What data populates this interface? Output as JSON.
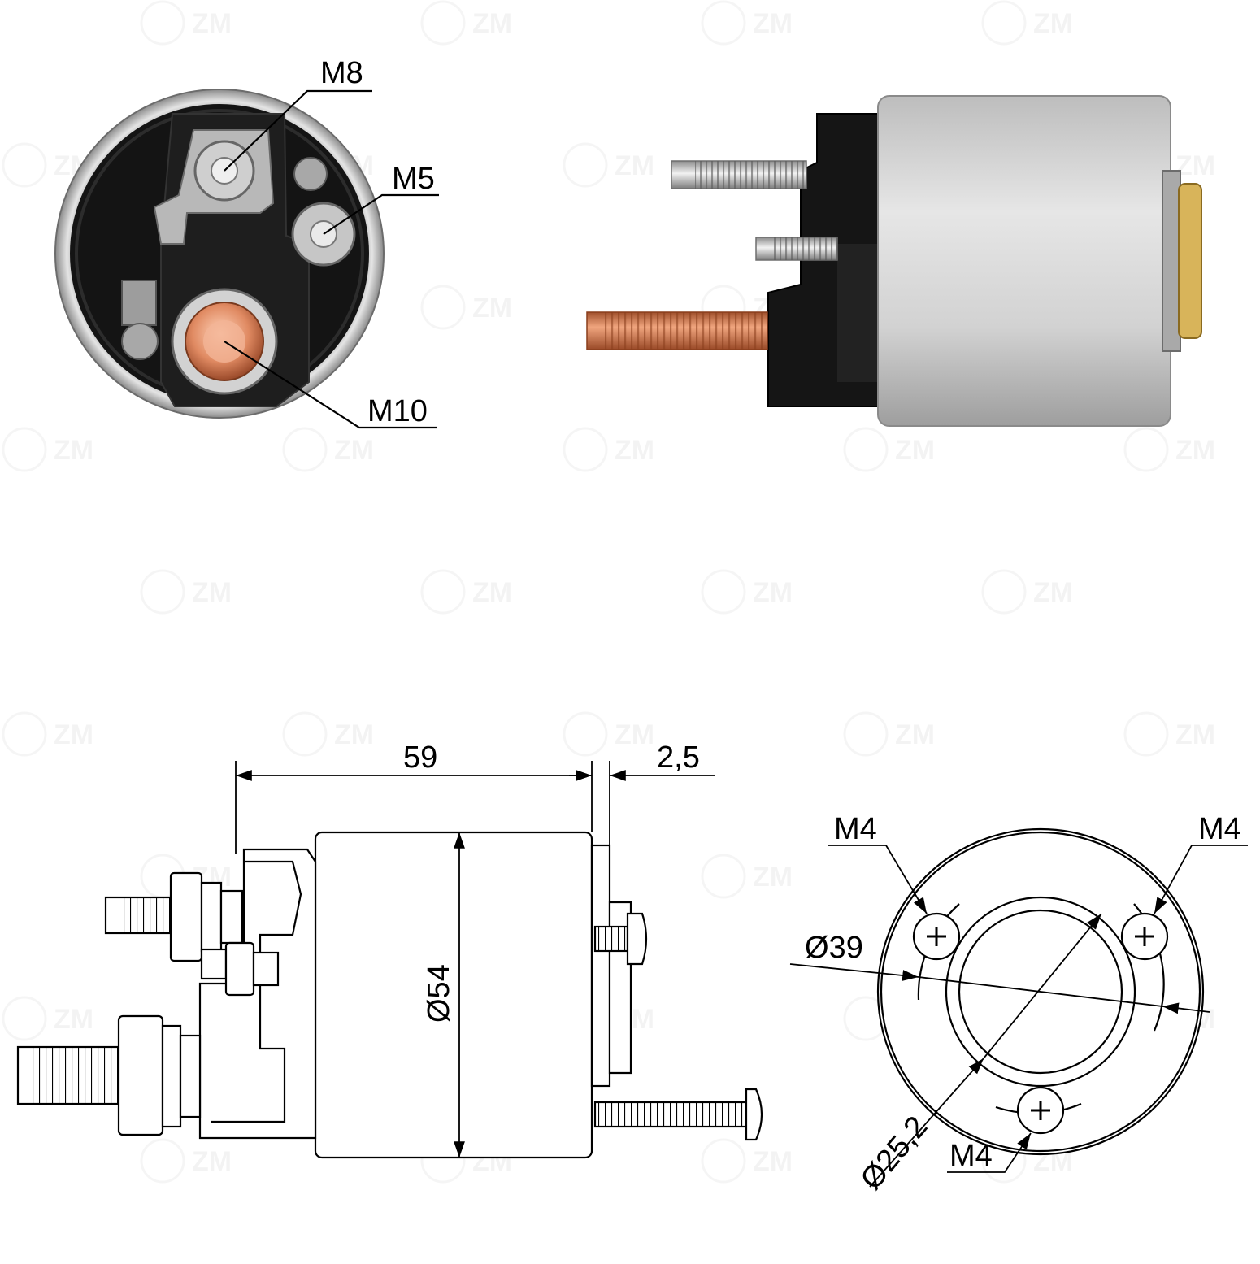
{
  "watermark": {
    "text": "ZM"
  },
  "photo_end_view": {
    "labels": {
      "m8": "M8",
      "m5": "M5",
      "m10": "M10"
    }
  },
  "drawing_side_view": {
    "dims": {
      "length": "59",
      "flange": "2,5",
      "diameter": "Ø54"
    }
  },
  "drawing_end_view": {
    "labels": {
      "hole_left": "M4",
      "hole_right": "M4",
      "hole_bottom": "M4",
      "bolt_circle": "Ø39",
      "bore": "Ø25,2"
    }
  },
  "colors": {
    "steel": "#c9c9c9",
    "body_dark": "#161616",
    "copper": "#d9825a",
    "brass": "#d8b45a",
    "line": "#000000"
  }
}
